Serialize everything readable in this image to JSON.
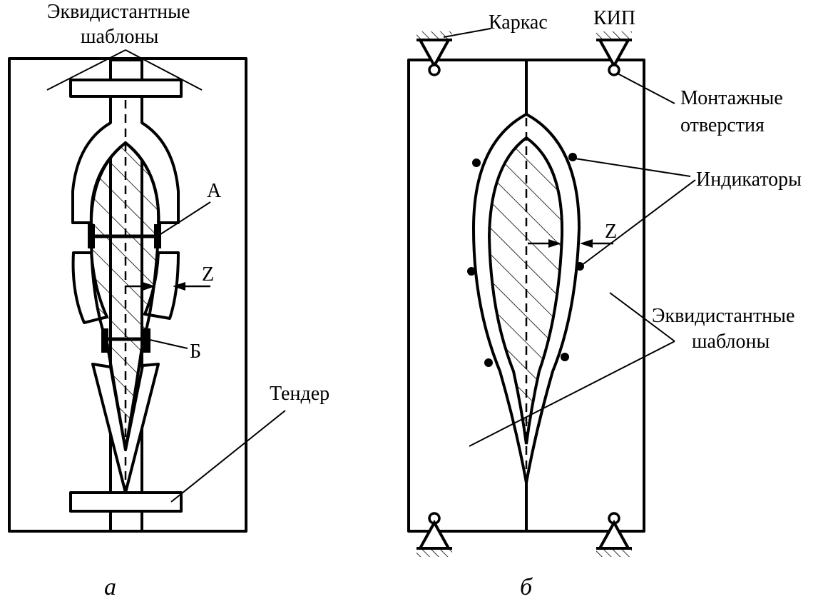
{
  "panel_a": {
    "label_templates_line1": "Эквидистантные",
    "label_templates_line2": "шаблоны",
    "label_a": "А",
    "label_b": "Б",
    "label_z": "Z",
    "label_tender": "Тендер",
    "caption": "а"
  },
  "panel_b": {
    "label_frame": "Каркас",
    "label_kip": "КИП",
    "label_holes_line1": "Монтажные",
    "label_holes_line2": "отверстия",
    "label_indicators": "Индикаторы",
    "label_z": "Z",
    "label_templates_line1": "Эквидистантные",
    "label_templates_line2": "шаблоны",
    "caption": "б"
  }
}
